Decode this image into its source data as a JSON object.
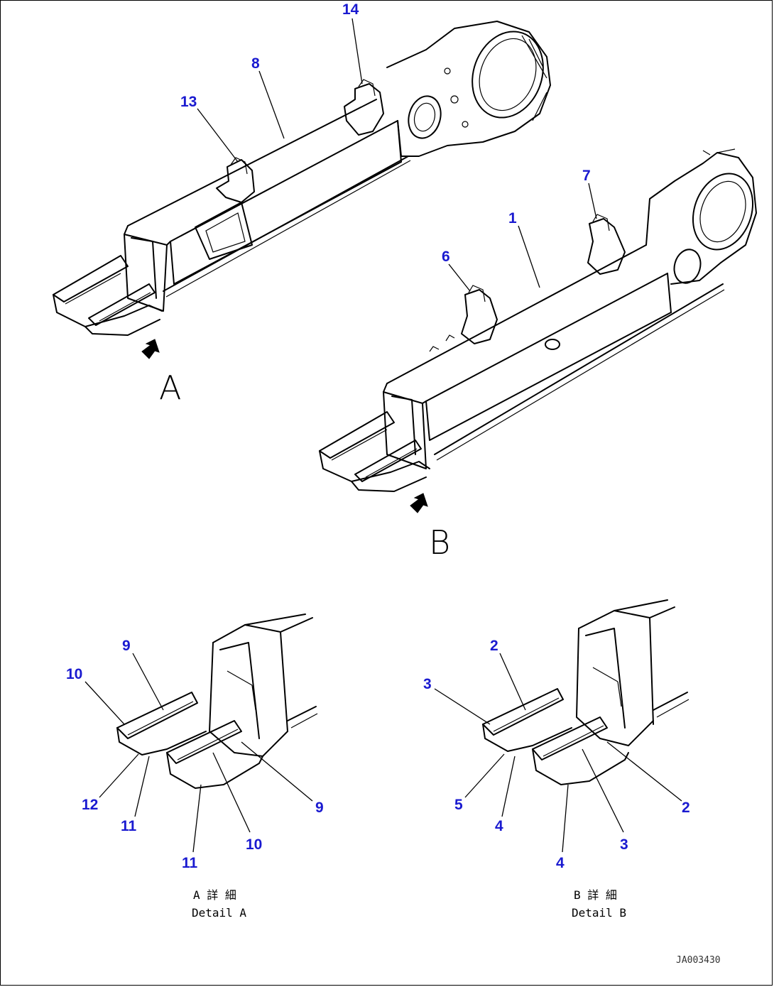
{
  "callouts": {
    "c14": "14",
    "c8": "8",
    "c13": "13",
    "c7": "7",
    "c1": "1",
    "c6": "6",
    "detA_9_top": "9",
    "detA_10_top": "10",
    "detA_12": "12",
    "detA_11_left": "11",
    "detA_11_bottom": "11",
    "detA_10_bottom": "10",
    "detA_9_right": "9",
    "detB_2_top": "2",
    "detB_3_top": "3",
    "detB_5": "5",
    "detB_4_left": "4",
    "detB_4_bottom": "4",
    "detB_3_bottom": "3",
    "detB_2_right": "2"
  },
  "view_labels": {
    "a": "A",
    "b": "B"
  },
  "details": {
    "a_jp": "A 詳 細",
    "a_en": "Detail A",
    "b_jp": "B 詳 細",
    "b_en": "Detail B"
  },
  "drawing_id": "JA003430",
  "colors": {
    "callout": "#1a1ad0",
    "line": "#000000",
    "background": "#ffffff"
  }
}
